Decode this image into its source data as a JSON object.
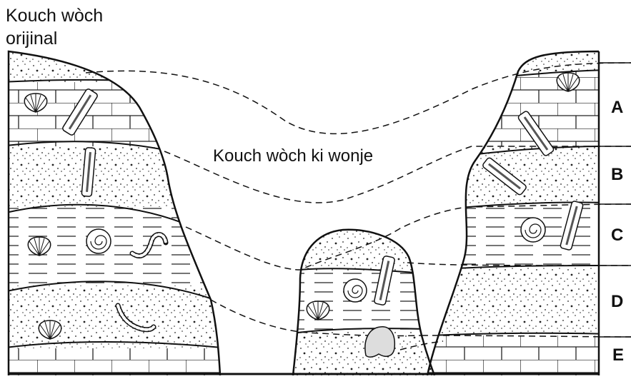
{
  "title_line1": "Kouch wòch",
  "title_line2": "orijinal",
  "eroded_label": "Kouch wòch ki wonje",
  "layers": [
    {
      "id": "A",
      "label": "A",
      "texture": "limestone"
    },
    {
      "id": "B",
      "label": "B",
      "texture": "sandstone"
    },
    {
      "id": "C",
      "label": "C",
      "texture": "shale"
    },
    {
      "id": "D",
      "label": "D",
      "texture": "sandstone"
    },
    {
      "id": "E",
      "label": "E",
      "texture": "limestone"
    }
  ],
  "colors": {
    "ink": "#111111",
    "background": "#ffffff"
  },
  "fossil_icons": [
    "shell-fossil-icon",
    "ammonite-fossil-icon",
    "worm-fossil-icon",
    "belemnite-fossil-icon",
    "tooth-fossil-icon"
  ]
}
